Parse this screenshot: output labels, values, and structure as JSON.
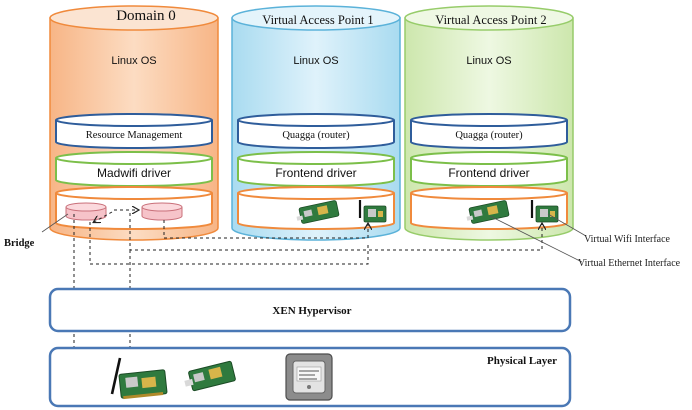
{
  "domains": [
    {
      "id": "domain0",
      "title": "Domain   0",
      "os": "Linux OS",
      "service": "Resource Management",
      "driver": "Madwifi driver"
    },
    {
      "id": "vap1",
      "title": "Virtual Access Point 1",
      "os": "Linux OS",
      "service": "Quagga (router)",
      "driver": "Frontend driver"
    },
    {
      "id": "vap2",
      "title": "Virtual Access Point 2",
      "os": "Linux OS",
      "service": "Quagga (router)",
      "driver": "Frontend driver"
    }
  ],
  "labels": {
    "bridge": "Bridge",
    "wifi_interface": "Virtual Wifi Interface",
    "ethernet_interface": "Virtual Ethernet Interface",
    "hypervisor": "XEN Hypervisor",
    "physical_layer": "Physical Layer"
  },
  "icons": [
    "bridge-icon",
    "ethernet-card-icon",
    "wifi-card-icon",
    "cpu-chip-icon"
  ],
  "colors": {
    "domain0_fill": "#f9c9a0",
    "domain0_border": "#f08a3c",
    "vap1_fill": "#bfe4f4",
    "vap1_border": "#5bb2d9",
    "vap2_fill": "#dcefc2",
    "vap2_border": "#97cc6a",
    "layer_border": "#4a78b5",
    "bridge_fill": "#f6c3c9"
  }
}
